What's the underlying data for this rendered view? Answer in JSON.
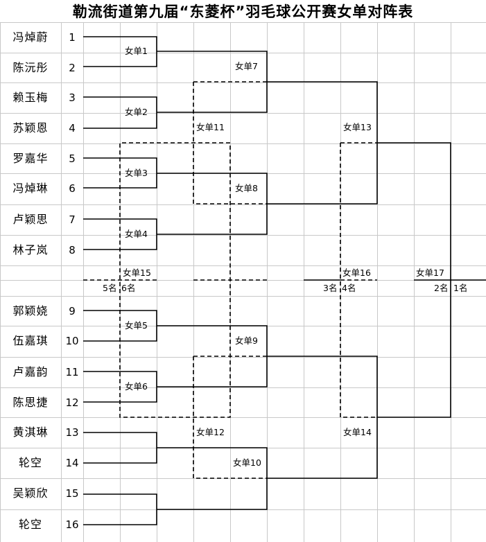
{
  "title": "勒流街道第九届“东菱杯”羽毛球公开赛女单对阵表",
  "colors": {
    "grid": "#c8c8c8",
    "line": "#000000",
    "background": "#ffffff"
  },
  "players": [
    {
      "name": "冯焯蔚",
      "seed": "1"
    },
    {
      "name": "陈沅彤",
      "seed": "2"
    },
    {
      "name": "赖玉梅",
      "seed": "3"
    },
    {
      "name": "苏颖恩",
      "seed": "4"
    },
    {
      "name": "罗嘉华",
      "seed": "5"
    },
    {
      "name": "冯焯琳",
      "seed": "6"
    },
    {
      "name": "卢颖思",
      "seed": "7"
    },
    {
      "name": "林子岚",
      "seed": "8"
    },
    {
      "name": "郭颖娆",
      "seed": "9"
    },
    {
      "name": "伍嘉琪",
      "seed": "10"
    },
    {
      "name": "卢嘉韵",
      "seed": "11"
    },
    {
      "name": "陈思捷",
      "seed": "12"
    },
    {
      "name": "黄淇琳",
      "seed": "13"
    },
    {
      "name": "轮空",
      "seed": "14"
    },
    {
      "name": "吴颖欣",
      "seed": "15"
    },
    {
      "name": "轮空",
      "seed": "16"
    }
  ],
  "matches": [
    "女单1",
    "女单2",
    "女单3",
    "女单4",
    "女单5",
    "女单6",
    "女单7",
    "女单8",
    "女单9",
    "女单10",
    "女单11",
    "女单12",
    "女单13",
    "女单14",
    "女单15",
    "女单16",
    "女单17"
  ],
  "placements": {
    "fifth": "5名",
    "sixth": "6名",
    "third": "3名",
    "fourth": "4名",
    "second": "2名",
    "first": "1名"
  }
}
